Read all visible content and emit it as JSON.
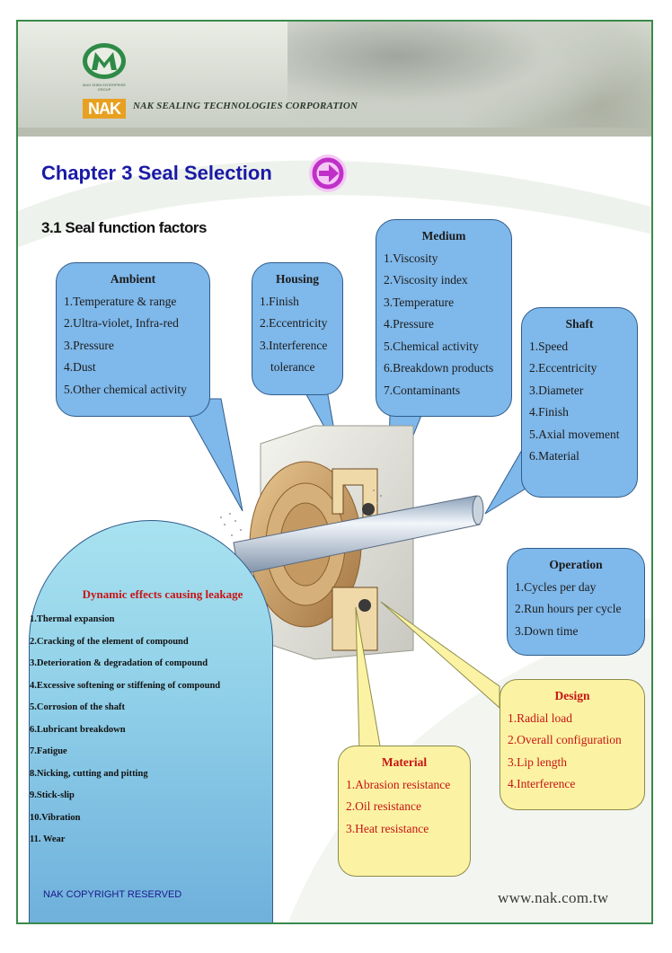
{
  "header": {
    "logo_caption": "MAO SHEN ENTERPRISE GROUP",
    "brand_badge": "NAK",
    "company": "NAK SEALING TECHNOLOGIES CORPORATION"
  },
  "chapter_title": "Chapter 3 Seal Selection",
  "section_title": "3.1 Seal function factors",
  "ambient": {
    "title": "Ambient",
    "items": [
      "1.Temperature & range",
      "2.Ultra-violet, Infra-red",
      "3.Pressure",
      "4.Dust",
      "5.Other chemical activity"
    ]
  },
  "housing": {
    "title": "Housing",
    "items": [
      "1.Finish",
      "2.Eccentricity",
      "3.Interference",
      "tolerance"
    ]
  },
  "medium": {
    "title": "Medium",
    "items": [
      "1.Viscosity",
      "2.Viscosity index",
      "3.Temperature",
      "4.Pressure",
      "5.Chemical activity",
      "6.Breakdown products",
      "7.Contaminants"
    ]
  },
  "shaft": {
    "title": "Shaft",
    "items": [
      "1.Speed",
      "2.Eccentricity",
      "3.Diameter",
      "4.Finish",
      "5.Axial movement",
      "6.Material"
    ]
  },
  "operation": {
    "title": "Operation",
    "items": [
      "1.Cycles per day",
      "2.Run hours per cycle",
      "3.Down time"
    ]
  },
  "design": {
    "title": "Design",
    "items": [
      "1.Radial load",
      "2.Overall configuration",
      "3.Lip length",
      "4.Interference"
    ]
  },
  "material": {
    "title": "Material",
    "items": [
      "1.Abrasion resistance",
      "2.Oil resistance",
      "3.Heat resistance"
    ]
  },
  "dynamic": {
    "title": "Dynamic effects causing leakage",
    "items": [
      "1.Thermal expansion",
      "2.Cracking of the element of compound",
      "3.Deterioration & degradation of compound",
      "4.Excessive softening or stiffening of compound",
      "5.Corrosion of the shaft",
      "6.Lubricant breakdown",
      "7.Fatigue",
      "8.Nicking, cutting and pitting",
      "9.Stick-slip",
      "10.Vibration",
      "11. Wear"
    ]
  },
  "footer": {
    "copyright": "NAK COPYRIGHT RESERVED",
    "website": "www.nak.com.tw"
  },
  "colors": {
    "frame": "#3a8a4a",
    "chapter_title": "#1a1aa6",
    "blue_box": "#7fb8ea",
    "yellow_box": "#fbf3a3",
    "red_title": "#c81414",
    "arrow_icon": "#c030c8"
  },
  "icons": {
    "next": "arrow-right-circle-icon",
    "logo": "ms-logo-icon"
  }
}
